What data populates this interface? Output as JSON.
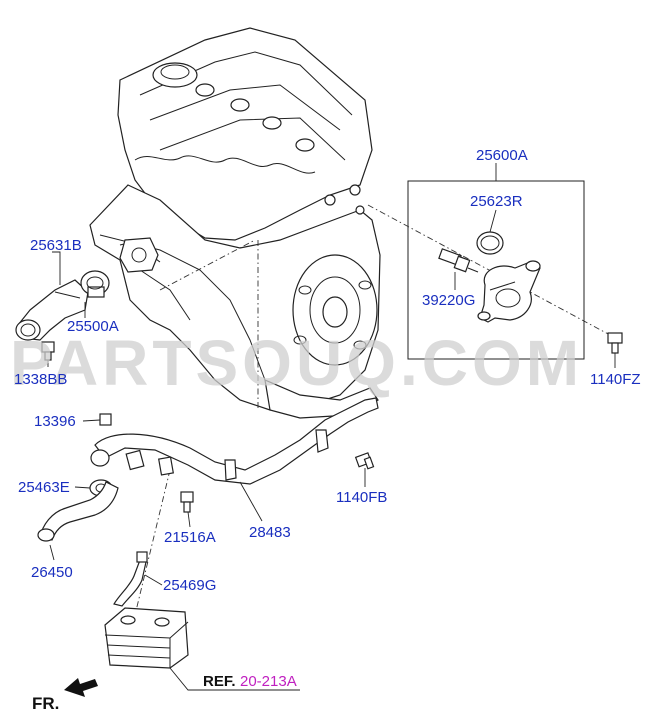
{
  "callouts": {
    "c25631B": "25631B",
    "c25500A": "25500A",
    "c1338BB": "1338BB",
    "c25600A": "25600A",
    "c25623R": "25623R",
    "c39220G": "39220G",
    "c1140FZ": "1140FZ",
    "c13396": "13396",
    "c25463E": "25463E",
    "c26450": "26450",
    "c21516A": "21516A",
    "c28483": "28483",
    "c1140FB": "1140FB",
    "c25469G": "25469G"
  },
  "reference": {
    "prefix": "REF.",
    "code": "20-213A"
  },
  "front_label": "FR.",
  "watermark": "PARTSOUQ.COM",
  "colors": {
    "callout": "#1a2fbf",
    "reference_code": "#c020c0",
    "lines": "#222222"
  }
}
